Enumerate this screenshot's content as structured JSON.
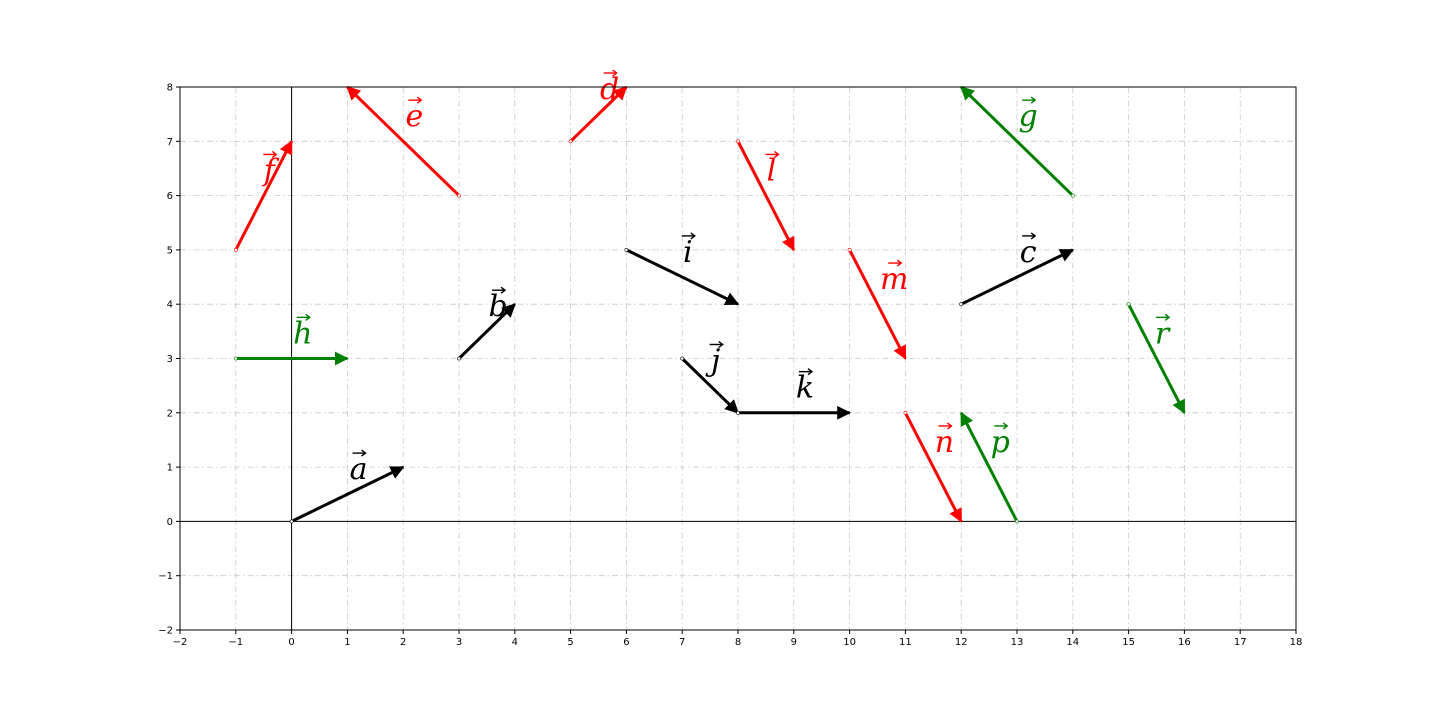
{
  "chart_data": {
    "type": "quiver",
    "title": "",
    "xlabel": "",
    "ylabel": "",
    "xlim": [
      -2,
      18
    ],
    "ylim": [
      -2,
      8
    ],
    "grid": true,
    "x_ticks": [
      -2,
      -1,
      0,
      1,
      2,
      3,
      4,
      5,
      6,
      7,
      8,
      9,
      10,
      11,
      12,
      13,
      14,
      15,
      16,
      17,
      18
    ],
    "y_ticks": [
      -2,
      -1,
      0,
      1,
      2,
      3,
      4,
      5,
      6,
      7,
      8
    ],
    "x_tick_labels": [
      "−2",
      "−1",
      "0",
      "1",
      "2",
      "3",
      "4",
      "5",
      "6",
      "7",
      "8",
      "9",
      "10",
      "11",
      "12",
      "13",
      "14",
      "15",
      "16",
      "17",
      "18"
    ],
    "y_tick_labels": [
      "−2",
      "−1",
      "0",
      "1",
      "2",
      "3",
      "4",
      "5",
      "6",
      "7",
      "8"
    ],
    "colors": {
      "black": "#000000",
      "red": "#ff0000",
      "green": "#008000"
    },
    "vectors": [
      {
        "name": "a",
        "color": "black",
        "start": [
          0,
          0
        ],
        "end": [
          2,
          1
        ]
      },
      {
        "name": "b",
        "color": "black",
        "start": [
          3,
          3
        ],
        "end": [
          4,
          4
        ]
      },
      {
        "name": "c",
        "color": "black",
        "start": [
          12,
          4
        ],
        "end": [
          14,
          5
        ]
      },
      {
        "name": "d",
        "color": "red",
        "start": [
          5,
          7
        ],
        "end": [
          6,
          8
        ]
      },
      {
        "name": "e",
        "color": "red",
        "start": [
          3,
          6
        ],
        "end": [
          1,
          8
        ]
      },
      {
        "name": "f",
        "color": "red",
        "start": [
          -1,
          5
        ],
        "end": [
          0,
          7
        ]
      },
      {
        "name": "g",
        "color": "green",
        "start": [
          14,
          6
        ],
        "end": [
          12,
          8
        ]
      },
      {
        "name": "h",
        "color": "green",
        "start": [
          -1,
          3
        ],
        "end": [
          1,
          3
        ]
      },
      {
        "name": "i",
        "color": "black",
        "start": [
          6,
          5
        ],
        "end": [
          8,
          4
        ]
      },
      {
        "name": "j",
        "color": "black",
        "start": [
          7,
          3
        ],
        "end": [
          8,
          2
        ]
      },
      {
        "name": "k",
        "color": "black",
        "start": [
          8,
          2
        ],
        "end": [
          10,
          2
        ]
      },
      {
        "name": "l",
        "color": "red",
        "start": [
          8,
          7
        ],
        "end": [
          9,
          5
        ]
      },
      {
        "name": "m",
        "color": "red",
        "start": [
          10,
          5
        ],
        "end": [
          11,
          3
        ]
      },
      {
        "name": "n",
        "color": "red",
        "start": [
          11,
          2
        ],
        "end": [
          12,
          0
        ]
      },
      {
        "name": "p",
        "color": "green",
        "start": [
          13,
          0
        ],
        "end": [
          12,
          2
        ]
      },
      {
        "name": "r",
        "color": "green",
        "start": [
          15,
          4
        ],
        "end": [
          16,
          2
        ]
      }
    ],
    "labels": [
      {
        "text": "a",
        "color": "black",
        "at": [
          1.2,
          1.0
        ]
      },
      {
        "text": "b",
        "color": "black",
        "at": [
          3.7,
          4.0
        ]
      },
      {
        "text": "c",
        "color": "black",
        "at": [
          13.2,
          5.0
        ]
      },
      {
        "text": "d",
        "color": "red",
        "at": [
          5.7,
          8.0
        ]
      },
      {
        "text": "e",
        "color": "red",
        "at": [
          2.2,
          7.5
        ]
      },
      {
        "text": "f",
        "color": "red",
        "at": [
          -0.4,
          6.5
        ]
      },
      {
        "text": "g",
        "color": "green",
        "at": [
          13.2,
          7.5
        ]
      },
      {
        "text": "h",
        "color": "green",
        "at": [
          0.2,
          3.5
        ]
      },
      {
        "text": "i",
        "color": "black",
        "at": [
          7.1,
          5.0
        ]
      },
      {
        "text": "j",
        "color": "black",
        "at": [
          7.6,
          3.0
        ]
      },
      {
        "text": "k",
        "color": "black",
        "at": [
          9.2,
          2.5
        ]
      },
      {
        "text": "l",
        "color": "red",
        "at": [
          8.6,
          6.5
        ]
      },
      {
        "text": "m",
        "color": "red",
        "at": [
          10.8,
          4.5
        ]
      },
      {
        "text": "n",
        "color": "red",
        "at": [
          11.7,
          1.5
        ]
      },
      {
        "text": "p",
        "color": "green",
        "at": [
          12.7,
          1.5
        ]
      },
      {
        "text": "r",
        "color": "green",
        "at": [
          15.6,
          3.5
        ]
      }
    ]
  }
}
